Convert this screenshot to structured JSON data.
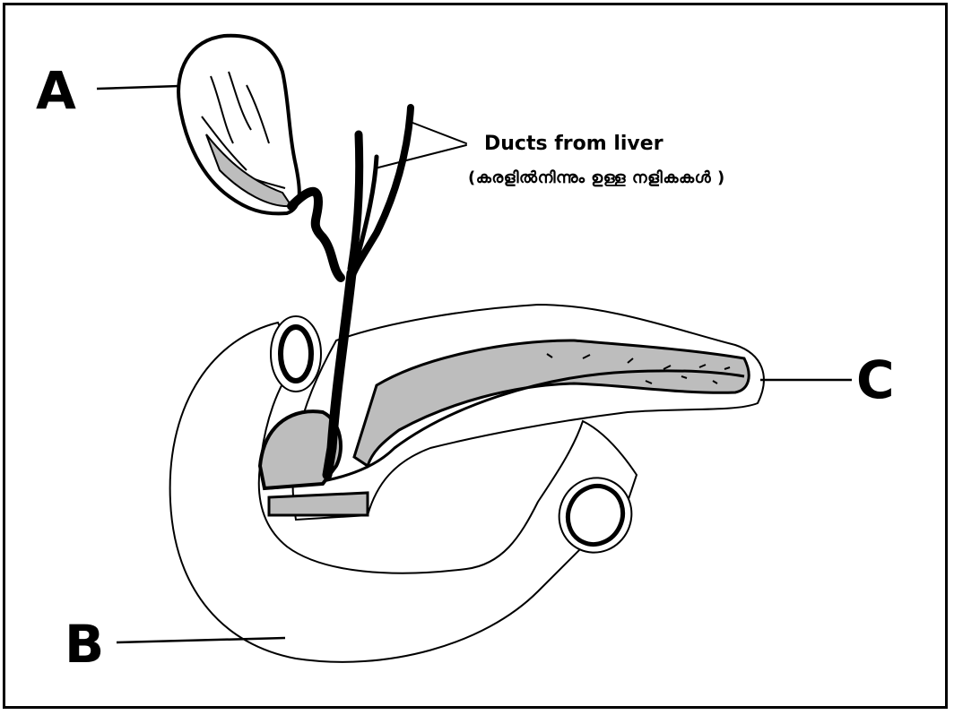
{
  "labels": {
    "a": "A",
    "b": "B",
    "c": "C",
    "ducts_en": "Ducts from liver",
    "ducts_ml": "(കരളിൽനിന്നും ഉള്ള നളികകൾ )"
  },
  "colors": {
    "ink": "#000000",
    "paper": "#ffffff",
    "tissue": "#bdbdbd"
  }
}
